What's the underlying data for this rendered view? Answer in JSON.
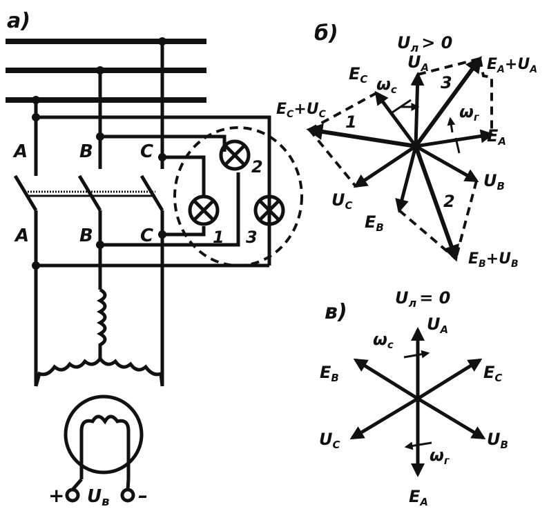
{
  "panel_a": {
    "label": "а)",
    "switch_top_labels": [
      "A",
      "B",
      "C"
    ],
    "switch_bottom_labels": [
      "A",
      "B",
      "C"
    ],
    "lamp_labels": [
      "1",
      "2",
      "3"
    ],
    "excitation": {
      "plus": "+",
      "symbol": "U",
      "subscript": "в",
      "minus": "–"
    }
  },
  "panel_b": {
    "label": "б)",
    "condition": {
      "symbol": "U",
      "subscript": "л",
      "relation": "> 0"
    },
    "vector_labels": {
      "ua": {
        "main": "U",
        "sub": "A"
      },
      "ec": {
        "main": "E",
        "sub": "C"
      },
      "omega_c": {
        "main": "ω",
        "sub": "c"
      },
      "ec_uc": {
        "a": "E",
        "a_sub": "C",
        "op": "+",
        "b": "U",
        "b_sub": "C"
      },
      "ea_ua": {
        "a": "E",
        "a_sub": "A",
        "op": "+",
        "b": "U",
        "b_sub": "A"
      },
      "omega_g": {
        "main": "ω",
        "sub": "г"
      },
      "ea": {
        "main": "E",
        "sub": "A"
      },
      "ub": {
        "main": "U",
        "sub": "B"
      },
      "uc": {
        "main": "U",
        "sub": "C"
      },
      "eb": {
        "main": "E",
        "sub": "B"
      },
      "eb_ub": {
        "a": "E",
        "a_sub": "B",
        "op": "+",
        "b": "U",
        "b_sub": "B"
      }
    },
    "triangle_labels": [
      "1",
      "2",
      "3"
    ]
  },
  "panel_c": {
    "label": "в)",
    "condition": {
      "symbol": "U",
      "subscript": "л",
      "relation": "= 0"
    },
    "vector_labels": {
      "ua": {
        "main": "U",
        "sub": "A"
      },
      "omega_c": {
        "main": "ω",
        "sub": "c"
      },
      "eb": {
        "main": "E",
        "sub": "B"
      },
      "ec": {
        "main": "E",
        "sub": "C"
      },
      "uc": {
        "main": "U",
        "sub": "C"
      },
      "ub": {
        "main": "U",
        "sub": "B"
      },
      "omega_g": {
        "main": "ω",
        "sub": "г"
      },
      "ea": {
        "main": "E",
        "sub": "A"
      }
    }
  }
}
